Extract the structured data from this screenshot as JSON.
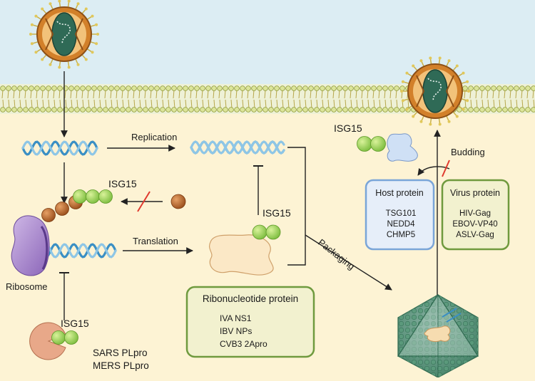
{
  "labels": {
    "replication": "Replication",
    "translation": "Translation",
    "isg15_top_left": "ISG15",
    "isg15_mid": "ISG15",
    "isg15_top_right": "ISG15",
    "isg15_bottom": "ISG15",
    "ribosome": "Ribosome",
    "packaging": "Packaging",
    "budding": "Budding"
  },
  "plpro": [
    "SARS PLpro",
    "MERS PLpro"
  ],
  "ribonucleotide": {
    "title": "Ribonucleotide protein",
    "items": [
      "IVA NS1",
      "IBV NPs",
      "CVB3 2Apro"
    ]
  },
  "host_protein": {
    "title": "Host protein",
    "items": [
      "TSG101",
      "NEDD4",
      "CHMP5"
    ]
  },
  "virus_protein": {
    "title": "Virus protein",
    "items": [
      "HIV-Gag",
      "EBOV-VP40",
      "ASLV-Gag"
    ]
  },
  "colors": {
    "extracellular": "#dcedf3",
    "cytoplasm": "#fdf3d4",
    "isg15": "#9ed25a",
    "ubiquitin": "#b86a2a",
    "rna": "#3a8fc4",
    "box_green": "#6f9a3e",
    "box_blue": "#7aa5d8",
    "capsid": "#3f8469"
  }
}
